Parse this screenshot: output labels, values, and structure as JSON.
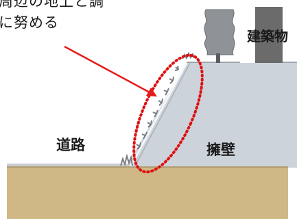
{
  "caption": {
    "line1": "周辺の地上と調",
    "line2": "に努める"
  },
  "labels": {
    "road": "道路",
    "retaining_wall": "擁壁",
    "building": "建築物"
  },
  "colors": {
    "ground": "#cfb886",
    "ground_edge": "#8a7248",
    "embankment": "#cdd3da",
    "tree": "#8f9398",
    "building": "#6b6b6b",
    "arrow": "#e51a1a",
    "ellipse": "#dd1111",
    "vegetation": "#7a7e84"
  }
}
